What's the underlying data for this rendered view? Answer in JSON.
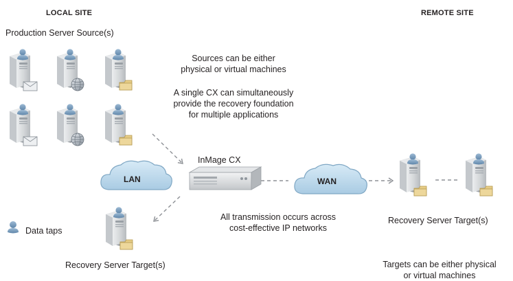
{
  "local_site": {
    "heading": "LOCAL SITE",
    "sources_label": "Production Server Source(s)",
    "recovery_label": "Recovery Server Target(s)"
  },
  "remote_site": {
    "heading": "REMOTE SITE",
    "recovery_label": "Recovery Server Target(s)",
    "targets_note": [
      "Targets can be either physical",
      "or virtual machines"
    ]
  },
  "notes": {
    "sources": [
      "Sources can be either",
      "physical or virtual machines"
    ],
    "cx": [
      "A single CX can simultaneously",
      "provide the recovery foundation",
      "for multiple applications"
    ],
    "transmission": [
      "All transmission occurs across",
      "cost-effective IP networks"
    ]
  },
  "network": {
    "lan_label": "LAN",
    "wan_label": "WAN",
    "cx_label": "InMage CX"
  },
  "legend": {
    "data_taps_label": "Data taps"
  },
  "colors": {
    "cloud_fill": "#bcd9ec",
    "cloud_stroke": "#7fa7c4",
    "server_body": "#d6d8da",
    "tap_blue": "#6f93b4",
    "folder": "#e6cc86",
    "connector": "#8e9196"
  }
}
